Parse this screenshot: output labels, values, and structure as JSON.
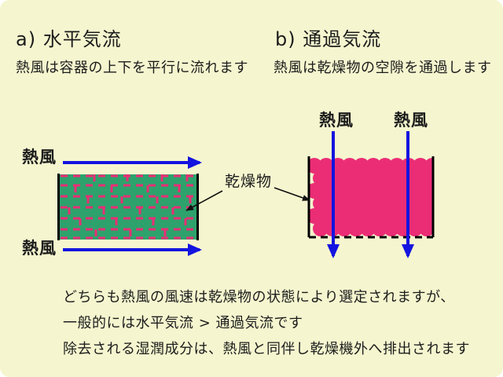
{
  "colors": {
    "bg": "#f5f6cf",
    "ink": "#1c1c1c",
    "blue": "#1414e0",
    "green": "#2ea26c",
    "pink": "#eb2d76",
    "line": "#000000"
  },
  "sections": {
    "a": {
      "title": "a) 水平気流",
      "subtitle": "熱風は容器の上下を平行に流れます"
    },
    "b": {
      "title": "b) 通過気流",
      "subtitle": "熱風は乾燥物の空隙を通過します"
    }
  },
  "labels": {
    "hot_air": "熱風",
    "material": "乾燥物"
  },
  "notes": [
    "どちらも熱風の風速は乾燥物の状態により選定されますが、",
    "一般的には水平気流 > 通過気流です",
    "除去される湿潤成分は、熱風と同伴し乾燥機外へ排出されます"
  ]
}
